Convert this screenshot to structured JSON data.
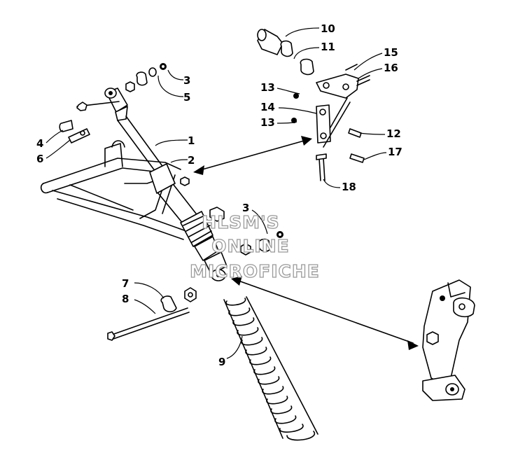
{
  "diagram": {
    "type": "exploded parts diagram",
    "watermark": [
      "HLSM'S",
      "ONLINE",
      "MICROFICHE"
    ],
    "callouts": [
      {
        "id": "c-1",
        "label": "1"
      },
      {
        "id": "c-2",
        "label": "2"
      },
      {
        "id": "c-3a",
        "label": "3"
      },
      {
        "id": "c-3b",
        "label": "3"
      },
      {
        "id": "c-4",
        "label": "4"
      },
      {
        "id": "c-5",
        "label": "5"
      },
      {
        "id": "c-6",
        "label": "6"
      },
      {
        "id": "c-7",
        "label": "7"
      },
      {
        "id": "c-8",
        "label": "8"
      },
      {
        "id": "c-9",
        "label": "9"
      },
      {
        "id": "c-10",
        "label": "10"
      },
      {
        "id": "c-11",
        "label": "11"
      },
      {
        "id": "c-12",
        "label": "12"
      },
      {
        "id": "c-13a",
        "label": "13"
      },
      {
        "id": "c-13b",
        "label": "13"
      },
      {
        "id": "c-14",
        "label": "14"
      },
      {
        "id": "c-15",
        "label": "15"
      },
      {
        "id": "c-16",
        "label": "16"
      },
      {
        "id": "c-17",
        "label": "17"
      },
      {
        "id": "c-18",
        "label": "18"
      }
    ]
  }
}
